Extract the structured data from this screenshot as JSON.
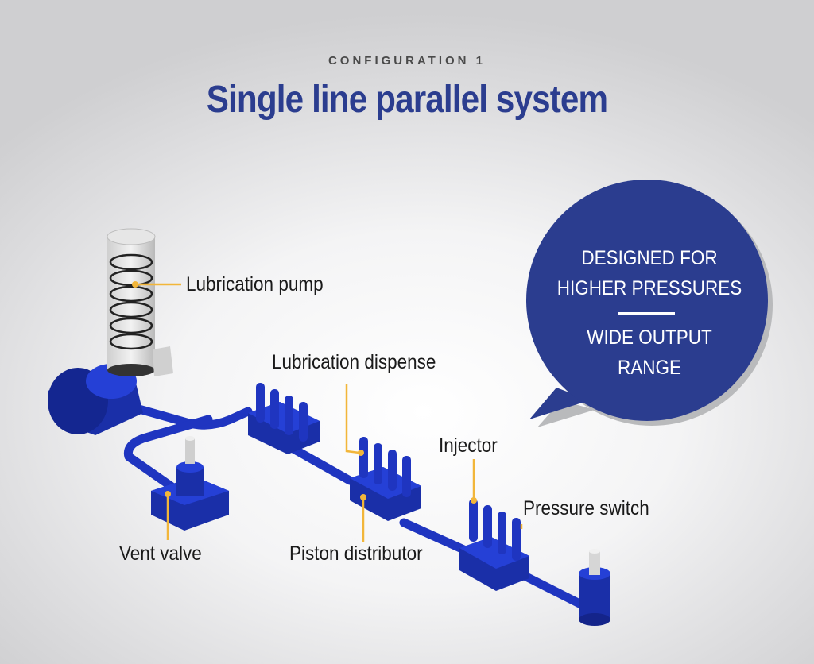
{
  "header": {
    "eyebrow": "CONFIGURATION 1",
    "title": "Single line parallel system"
  },
  "labels": {
    "lubrication_pump": "Lubrication pump",
    "lubrication_dispense": "Lubrication dispense",
    "injector": "Injector",
    "pressure_switch": "Pressure switch",
    "vent_valve": "Vent valve",
    "piston_distributor": "Piston distributor"
  },
  "callout": {
    "line1": "DESIGNED FOR",
    "line2": "HIGHER PRESSURES",
    "line3": "WIDE OUTPUT",
    "line4": "RANGE"
  },
  "colors": {
    "brand_blue": "#2b3d8f",
    "equipment_blue": "#1f35b8",
    "leader_yellow": "#f2b63a",
    "text_dark": "#1a1a1a"
  }
}
